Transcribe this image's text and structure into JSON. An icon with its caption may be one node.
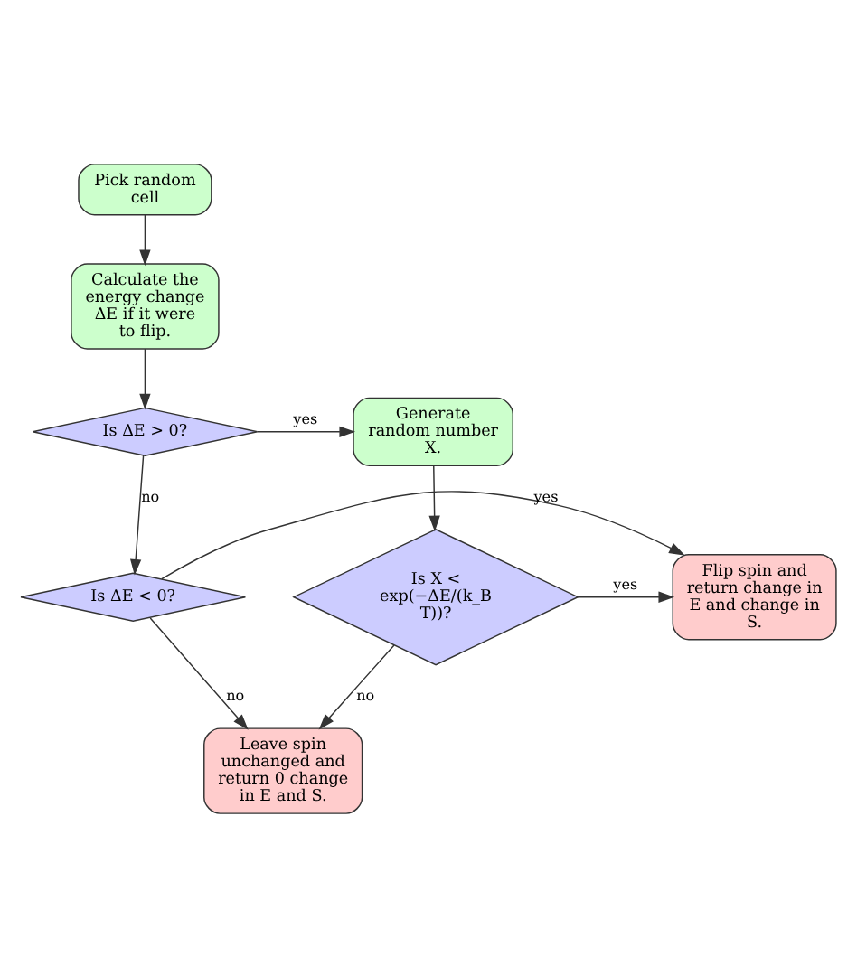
{
  "diagram": {
    "nodes": [
      {
        "text": [
          "Pick random cell"
        ]
      },
      {
        "text": [
          "Calculate the energy change ΔE if it were to flip."
        ]
      },
      {
        "text": [
          "Is ΔE > 0?"
        ]
      },
      {
        "text": [
          "Generate random number X."
        ]
      },
      {
        "text": [
          "Is X < exp(−ΔE/(k_B T))?"
        ]
      },
      {
        "text": [
          "Flip spin and return change in E and change in S."
        ]
      },
      {
        "text": [
          "Is ΔE < 0?"
        ]
      },
      {
        "text": [
          "Leave spin unchanged and return 0 change in E and S."
        ]
      }
    ],
    "edges": [
      {
        "from": 0,
        "to": 1,
        "arrow": "to"
      },
      {
        "from": 1,
        "to": 2,
        "arrow": "to"
      },
      {
        "from": 2,
        "to": 3,
        "arrow": "to",
        "label": "yes"
      },
      {
        "from": 2,
        "to": 6,
        "arrow": "to",
        "label": "no"
      },
      {
        "from": 3,
        "to": 4,
        "arrow": "to"
      },
      {
        "from": 4,
        "to": 5,
        "arrow": "to",
        "label": "yes"
      },
      {
        "from": 6,
        "to": 5,
        "arrow": "to",
        "label": "yes"
      },
      {
        "from": 4,
        "to": 7,
        "arrow": "to",
        "label": "no"
      },
      {
        "from": 6,
        "to": 7,
        "arrow": "to",
        "label": "no"
      }
    ]
  }
}
